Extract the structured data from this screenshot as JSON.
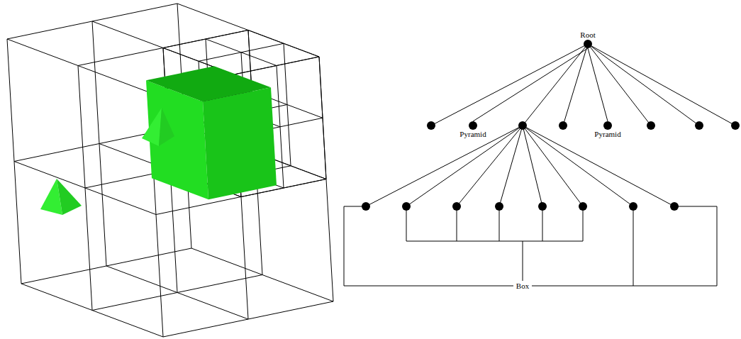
{
  "diagram": {
    "nodes": [
      {
        "text": [
          "Root"
        ]
      },
      {
        "text": [
          "Pyramid"
        ]
      },
      {
        "text": [
          "Pyramid"
        ]
      }
    ],
    "edges": [
      {
        "from": 0,
        "to": 1,
        "arrow": "none"
      },
      {
        "from": 0,
        "to": 2,
        "arrow": "none"
      }
    ],
    "labels": [
      "Box"
    ]
  }
}
